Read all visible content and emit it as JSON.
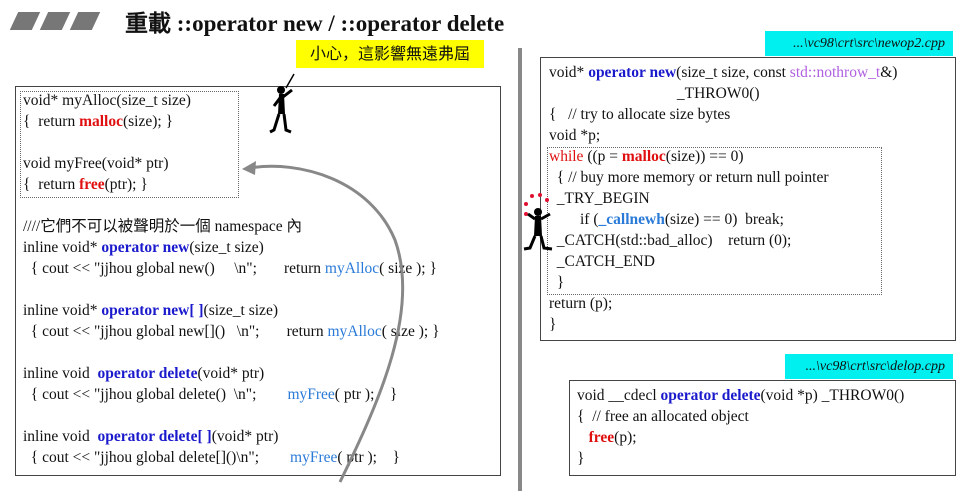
{
  "title": "重載 ::operator new / ::operator delete",
  "note": "小心，這影響無遠弗屆",
  "left_code": [
    [
      {
        "t": "void* myAlloc(size_t size)"
      }
    ],
    [
      {
        "t": "{  return "
      },
      {
        "t": "malloc",
        "c": "red"
      },
      {
        "t": "(size); }"
      }
    ],
    [],
    [
      {
        "t": "void myFree(void* ptr)"
      }
    ],
    [
      {
        "t": "{  return "
      },
      {
        "t": "free",
        "c": "red"
      },
      {
        "t": "(ptr); }"
      }
    ],
    [],
    [
      {
        "t": "////它們不可以被聲明於一個 namespace 內"
      }
    ],
    [
      {
        "t": "inline void* "
      },
      {
        "t": "operator new",
        "c": "kw"
      },
      {
        "t": "(size_t size)"
      }
    ],
    [
      {
        "t": "  { cout << \"jjhou global new()     \\n\";       return "
      },
      {
        "t": "myAlloc",
        "c": "fn"
      },
      {
        "t": "( size ); }"
      }
    ],
    [],
    [
      {
        "t": "inline void* "
      },
      {
        "t": "operator new[ ]",
        "c": "kw"
      },
      {
        "t": "(size_t size)"
      }
    ],
    [
      {
        "t": "  { cout << \"jjhou global new[]()   \\n\";       return "
      },
      {
        "t": "myAlloc",
        "c": "fn"
      },
      {
        "t": "( size ); }"
      }
    ],
    [],
    [
      {
        "t": "inline void  "
      },
      {
        "t": "operator delete",
        "c": "kw"
      },
      {
        "t": "(void* ptr)"
      }
    ],
    [
      {
        "t": "  { cout << \"jjhou global delete()  \\n\";        "
      },
      {
        "t": "myFree",
        "c": "fn"
      },
      {
        "t": "( ptr );    }"
      }
    ],
    [],
    [
      {
        "t": "inline void  "
      },
      {
        "t": "operator delete[ ]",
        "c": "kw"
      },
      {
        "t": "(void* ptr)"
      }
    ],
    [
      {
        "t": "  { cout << \"jjhou global delete[]()\\n\";        "
      },
      {
        "t": "myFree",
        "c": "fn"
      },
      {
        "t": "( ptr );    }"
      }
    ]
  ],
  "newop_path": "...\\vc98\\crt\\src\\newop2.cpp",
  "newop_code": [
    [
      {
        "t": "void* "
      },
      {
        "t": "operator new",
        "c": "kw"
      },
      {
        "t": "(size_t size, const "
      },
      {
        "t": "std::nothrow_t",
        "c": "purple"
      },
      {
        "t": "&)"
      }
    ],
    [
      {
        "t": "                                 _THROW0()"
      }
    ],
    [
      {
        "t": "{   // try to allocate size bytes"
      }
    ],
    [
      {
        "t": "void *p;"
      }
    ],
    [
      {
        "t": "while",
        "c": "redn"
      },
      {
        "t": " ((p = "
      },
      {
        "t": "malloc",
        "c": "red"
      },
      {
        "t": "(size)) == 0)"
      }
    ],
    [
      {
        "t": "  { // buy more memory or return null pointer"
      }
    ],
    [
      {
        "t": "  _TRY_BEGIN"
      }
    ],
    [
      {
        "t": "        if ("
      },
      {
        "t": "_callnewh",
        "c": "fnb"
      },
      {
        "t": "(size) == 0)  break;"
      }
    ],
    [
      {
        "t": "  _CATCH(std::bad_alloc)    return (0);"
      }
    ],
    [
      {
        "t": "  _CATCH_END"
      }
    ],
    [
      {
        "t": "  }"
      }
    ],
    [
      {
        "t": "return (p);"
      }
    ],
    [
      {
        "t": "}"
      }
    ]
  ],
  "delop_path": "...\\vc98\\crt\\src\\delop.cpp",
  "delop_code": [
    [
      {
        "t": "void __cdecl "
      },
      {
        "t": "operator delete",
        "c": "kw"
      },
      {
        "t": "(void *p) _THROW0()"
      }
    ],
    [
      {
        "t": "{  // free an allocated object"
      }
    ],
    [
      {
        "t": "   "
      },
      {
        "t": "free",
        "c": "red"
      },
      {
        "t": "(p);"
      }
    ],
    [
      {
        "t": "}"
      }
    ]
  ]
}
